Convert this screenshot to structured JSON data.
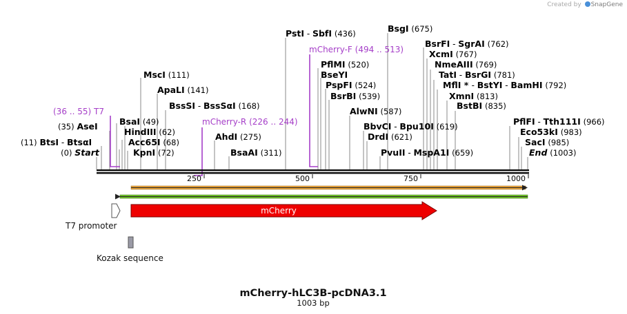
{
  "credit": {
    "prefix": "Created by",
    "brand": "SnapGene"
  },
  "map": {
    "name": "mCherry-hLC3B-pcDNA3.1",
    "length_label": "1003 bp",
    "length": 1003,
    "ticks": [
      "250",
      "500",
      "750",
      "1000"
    ]
  },
  "labels": [
    {
      "id": "start",
      "parts": [
        {
          "t": "(0)",
          "s": "pos"
        },
        {
          "t": " "
        },
        {
          "t": "Start",
          "s": "ital"
        }
      ]
    },
    {
      "id": "btsi",
      "parts": [
        {
          "t": "(11)",
          "s": "pos"
        },
        {
          "t": " "
        },
        {
          "t": "BtsI",
          "s": "enz"
        },
        {
          "t": "  -  "
        },
        {
          "t": "BtsαI",
          "s": "enz"
        }
      ]
    },
    {
      "id": "asei",
      "parts": [
        {
          "t": "(35)",
          "s": "pos"
        },
        {
          "t": " "
        },
        {
          "t": "AseI",
          "s": "enz"
        }
      ]
    },
    {
      "id": "t7p",
      "parts": [
        {
          "t": "(36 .. 55)",
          "s": "primer"
        },
        {
          "t": "  "
        },
        {
          "t": "T7",
          "s": "primer"
        }
      ]
    },
    {
      "id": "kpni",
      "parts": [
        {
          "t": "KpnI",
          "s": "enz"
        },
        {
          "t": "  "
        },
        {
          "t": "(72)",
          "s": "pos"
        }
      ]
    },
    {
      "id": "acc65i",
      "parts": [
        {
          "t": "Acc65I",
          "s": "enz"
        },
        {
          "t": "  "
        },
        {
          "t": "(68)",
          "s": "pos"
        }
      ]
    },
    {
      "id": "hindiii",
      "parts": [
        {
          "t": "HindIII",
          "s": "enz"
        },
        {
          "t": "  "
        },
        {
          "t": "(62)",
          "s": "pos"
        }
      ]
    },
    {
      "id": "bsai",
      "parts": [
        {
          "t": "BsaI",
          "s": "enz"
        },
        {
          "t": "  "
        },
        {
          "t": "(49)",
          "s": "pos"
        }
      ]
    },
    {
      "id": "bsssi",
      "parts": [
        {
          "t": "BssSI",
          "s": "enz"
        },
        {
          "t": "  -  "
        },
        {
          "t": "BssSαI",
          "s": "enz"
        },
        {
          "t": "  "
        },
        {
          "t": "(168)",
          "s": "pos"
        }
      ]
    },
    {
      "id": "apali",
      "parts": [
        {
          "t": "ApaLI",
          "s": "enz"
        },
        {
          "t": "  "
        },
        {
          "t": "(141)",
          "s": "pos"
        }
      ]
    },
    {
      "id": "msci",
      "parts": [
        {
          "t": "MscI",
          "s": "enz"
        },
        {
          "t": "  "
        },
        {
          "t": "(111)",
          "s": "pos"
        }
      ]
    },
    {
      "id": "mcr",
      "parts": [
        {
          "t": "mCherry-R",
          "s": "primer"
        },
        {
          "t": "  "
        },
        {
          "t": "(226 .. 244)",
          "s": "primer"
        }
      ]
    },
    {
      "id": "ahdi",
      "parts": [
        {
          "t": "AhdI",
          "s": "enz"
        },
        {
          "t": "  "
        },
        {
          "t": "(275)",
          "s": "pos"
        }
      ]
    },
    {
      "id": "bsaai",
      "parts": [
        {
          "t": "BsaAI",
          "s": "enz"
        },
        {
          "t": "  "
        },
        {
          "t": "(311)",
          "s": "pos"
        }
      ]
    },
    {
      "id": "psti",
      "parts": [
        {
          "t": "PstI",
          "s": "enz"
        },
        {
          "t": "  -  "
        },
        {
          "t": "SbfI",
          "s": "enz"
        },
        {
          "t": "  "
        },
        {
          "t": "(436)",
          "s": "pos"
        }
      ]
    },
    {
      "id": "mcf",
      "parts": [
        {
          "t": "mCherry-F",
          "s": "primer"
        },
        {
          "t": "  "
        },
        {
          "t": "(494 .. 513)",
          "s": "primer"
        }
      ]
    },
    {
      "id": "pflmi",
      "parts": [
        {
          "t": "PflMI",
          "s": "enz"
        },
        {
          "t": "  "
        },
        {
          "t": "(520)",
          "s": "pos"
        }
      ]
    },
    {
      "id": "bseyi",
      "parts": [
        {
          "t": "BseYI",
          "s": "enz"
        }
      ]
    },
    {
      "id": "pspfi",
      "parts": [
        {
          "t": "PspFI",
          "s": "enz"
        },
        {
          "t": "  "
        },
        {
          "t": "(524)",
          "s": "pos"
        }
      ]
    },
    {
      "id": "bsrbi",
      "parts": [
        {
          "t": "BsrBI",
          "s": "enz"
        },
        {
          "t": "  "
        },
        {
          "t": "(539)",
          "s": "pos"
        }
      ]
    },
    {
      "id": "alwni",
      "parts": [
        {
          "t": "AlwNI",
          "s": "enz"
        },
        {
          "t": "  "
        },
        {
          "t": "(587)",
          "s": "pos"
        }
      ]
    },
    {
      "id": "bbvci",
      "parts": [
        {
          "t": "BbvCI",
          "s": "enz"
        },
        {
          "t": "  -  "
        },
        {
          "t": "Bpu10I",
          "s": "enz"
        },
        {
          "t": "  "
        },
        {
          "t": "(619)",
          "s": "pos"
        }
      ]
    },
    {
      "id": "drdi",
      "parts": [
        {
          "t": "DrdI",
          "s": "enz"
        },
        {
          "t": "  "
        },
        {
          "t": "(621)",
          "s": "pos"
        }
      ]
    },
    {
      "id": "pvuii",
      "parts": [
        {
          "t": "PvuII",
          "s": "enz"
        },
        {
          "t": "  -  "
        },
        {
          "t": "MspA1I",
          "s": "enz"
        },
        {
          "t": "  "
        },
        {
          "t": "(659)",
          "s": "pos"
        }
      ]
    },
    {
      "id": "bsgi",
      "parts": [
        {
          "t": "BsgI",
          "s": "enz"
        },
        {
          "t": "  "
        },
        {
          "t": "(675)",
          "s": "pos"
        }
      ]
    },
    {
      "id": "bsrfi",
      "parts": [
        {
          "t": "BsrFI",
          "s": "enz"
        },
        {
          "t": "  -  "
        },
        {
          "t": "SgrAI",
          "s": "enz"
        },
        {
          "t": "  "
        },
        {
          "t": "(762)",
          "s": "pos"
        }
      ]
    },
    {
      "id": "xcmi",
      "parts": [
        {
          "t": "XcmI",
          "s": "enz"
        },
        {
          "t": "  "
        },
        {
          "t": "(767)",
          "s": "pos"
        }
      ]
    },
    {
      "id": "nmeaiii",
      "parts": [
        {
          "t": "NmeAIII",
          "s": "enz"
        },
        {
          "t": "  "
        },
        {
          "t": "(769)",
          "s": "pos"
        }
      ]
    },
    {
      "id": "tati",
      "parts": [
        {
          "t": "TatI",
          "s": "enz"
        },
        {
          "t": "  -  "
        },
        {
          "t": "BsrGI",
          "s": "enz"
        },
        {
          "t": "  "
        },
        {
          "t": "(781)",
          "s": "pos"
        }
      ]
    },
    {
      "id": "mfli",
      "parts": [
        {
          "t": "MflI",
          "s": "enz"
        },
        {
          "t": " * ",
          "s": "enz"
        },
        {
          "t": " - "
        },
        {
          "t": "BstYI",
          "s": "enz"
        },
        {
          "t": "  -  "
        },
        {
          "t": "BamHI",
          "s": "enz"
        },
        {
          "t": "  "
        },
        {
          "t": "(792)",
          "s": "pos"
        }
      ]
    },
    {
      "id": "xmni",
      "parts": [
        {
          "t": "XmnI",
          "s": "enz"
        },
        {
          "t": "  "
        },
        {
          "t": "(813)",
          "s": "pos"
        }
      ]
    },
    {
      "id": "bstbi",
      "parts": [
        {
          "t": "BstBI",
          "s": "enz"
        },
        {
          "t": "  "
        },
        {
          "t": "(835)",
          "s": "pos"
        }
      ]
    },
    {
      "id": "pflfi",
      "parts": [
        {
          "t": "PflFI",
          "s": "enz"
        },
        {
          "t": "  -  "
        },
        {
          "t": "Tth111I",
          "s": "enz"
        },
        {
          "t": "  "
        },
        {
          "t": "(966)",
          "s": "pos"
        }
      ]
    },
    {
      "id": "eco53ki",
      "parts": [
        {
          "t": "Eco53kI",
          "s": "enz"
        },
        {
          "t": "  "
        },
        {
          "t": "(983)",
          "s": "pos"
        }
      ]
    },
    {
      "id": "saci",
      "parts": [
        {
          "t": "SacI",
          "s": "enz"
        },
        {
          "t": "  "
        },
        {
          "t": "(985)",
          "s": "pos"
        }
      ]
    },
    {
      "id": "end",
      "parts": [
        {
          "t": "End",
          "s": "ital"
        },
        {
          "t": "  "
        },
        {
          "t": "(1003)",
          "s": "pos"
        }
      ]
    }
  ],
  "features": [
    {
      "id": "t7promoter",
      "label": "T7 promoter"
    },
    {
      "id": "mcherry",
      "label": "mCherry"
    },
    {
      "id": "kozak",
      "label": "Kozak sequence"
    }
  ],
  "colors": {
    "mcherry_fill": "#ee0000",
    "primer": "#a53ec8",
    "orf1": "#e8a33c",
    "orf2": "#6fbf2a",
    "kozak": "#9a9aa6"
  }
}
